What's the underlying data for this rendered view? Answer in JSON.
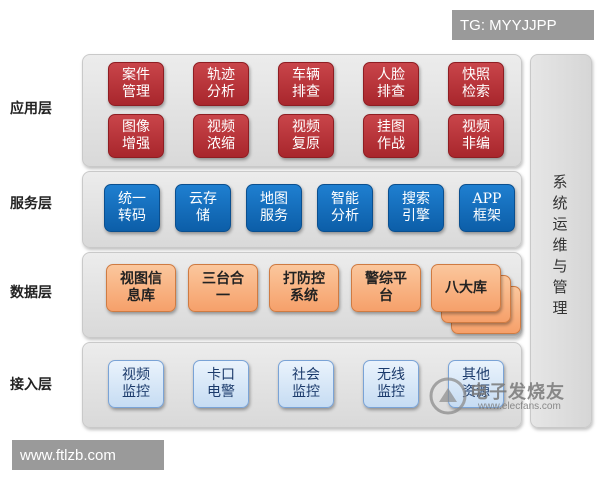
{
  "watermark_tag": "TG: MYYJJPP",
  "footer_url": "www.ftlzb.com",
  "layers": {
    "app": {
      "label": "应用层",
      "boxes": [
        "案件\n管理",
        "轨迹\n分析",
        "车辆\n排查",
        "人脸\n排查",
        "快照\n检索",
        "图像\n增强",
        "视频\n浓缩",
        "视频\n复原",
        "挂图\n作战",
        "视频\n非编"
      ]
    },
    "service": {
      "label": "服务层",
      "boxes": [
        "统一\n转码",
        "云存\n储",
        "地图\n服务",
        "智能\n分析",
        "搜索\n引擎",
        "APP\n框架"
      ]
    },
    "data": {
      "label": "数据层",
      "boxes": [
        "视图信\n息库",
        "三台合\n一",
        "打防控\n系统",
        "警综平\n台",
        "八大库"
      ]
    },
    "access": {
      "label": "接入层",
      "boxes": [
        "视频\n监控",
        "卡口\n电警",
        "社会\n监控",
        "无线\n监控",
        "其他\n资源"
      ]
    }
  },
  "side_panel": {
    "label": "系统运维与管理",
    "chars": [
      "系",
      "统",
      "运",
      "维",
      "与",
      "管",
      "理"
    ]
  },
  "logo": {
    "main": "电子发烧友",
    "sub": "www.elecfans.com"
  },
  "colors": {
    "red": "#b3343a",
    "blue": "#1269b8",
    "orange": "#f8b283",
    "light_blue": "#d8e7f7",
    "panel": "#e0e0e0"
  }
}
